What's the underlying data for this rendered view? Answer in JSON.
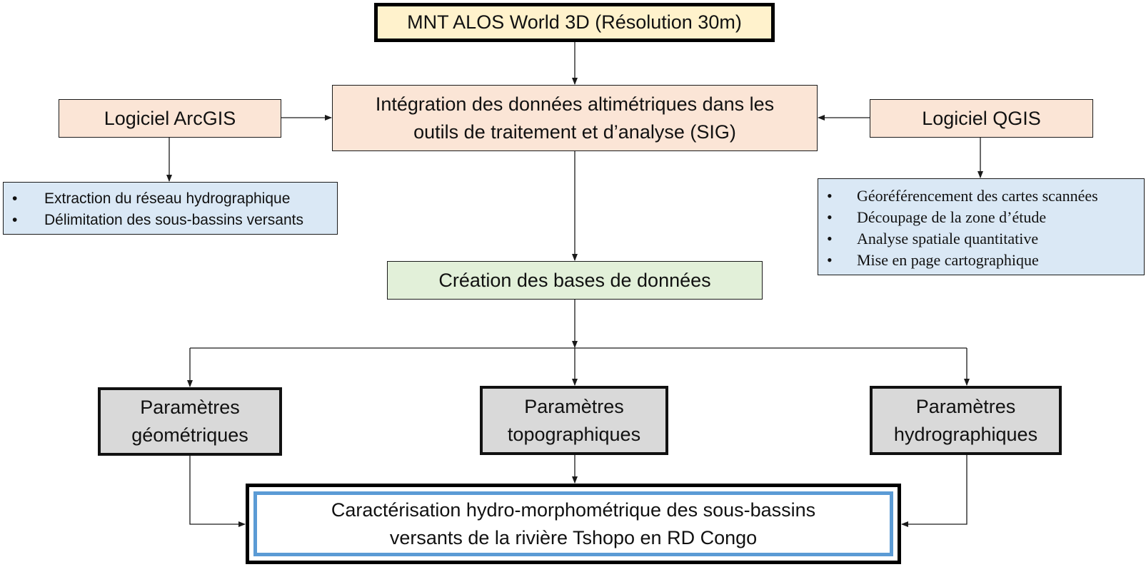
{
  "diagram": {
    "source": "MNT ALOS World 3D (Résolution 30m)",
    "integration": {
      "line1": "Intégration des données altimétriques dans les",
      "line2": "outils de traitement et d’analyse (SIG)"
    },
    "arcgis": {
      "label": "Logiciel ArcGIS",
      "tasks": [
        "Extraction du réseau hydrographique",
        "Délimitation des sous-bassins versants"
      ]
    },
    "qgis": {
      "label": "Logiciel QGIS",
      "tasks": [
        "Géoréférencement des cartes scannées",
        "Découpage de la zone d’étude",
        "Analyse spatiale quantitative",
        "Mise en page cartographique"
      ]
    },
    "database": "Création des bases de données",
    "parameters": {
      "geometric": {
        "line1": "Paramètres",
        "line2": "géométriques"
      },
      "topographic": {
        "line1": "Paramètres",
        "line2": "topographiques"
      },
      "hydrographic": {
        "line1": "Paramètres",
        "line2": "hydrographiques"
      }
    },
    "result": {
      "line1": "Caractérisation hydro-morphométrique des sous-bassins",
      "line2": "versants de la rivière Tshopo  en RD Congo"
    },
    "bullet": "•"
  },
  "colors": {
    "source_fill": "#fff2cc",
    "orange_fill": "#fbe5d6",
    "green_fill": "#e2f0d9",
    "gray_fill": "#d9d9d9",
    "list_fill": "#dae8f5",
    "result_inner_border": "#5b9bd5",
    "line": "#1a1a1a"
  }
}
